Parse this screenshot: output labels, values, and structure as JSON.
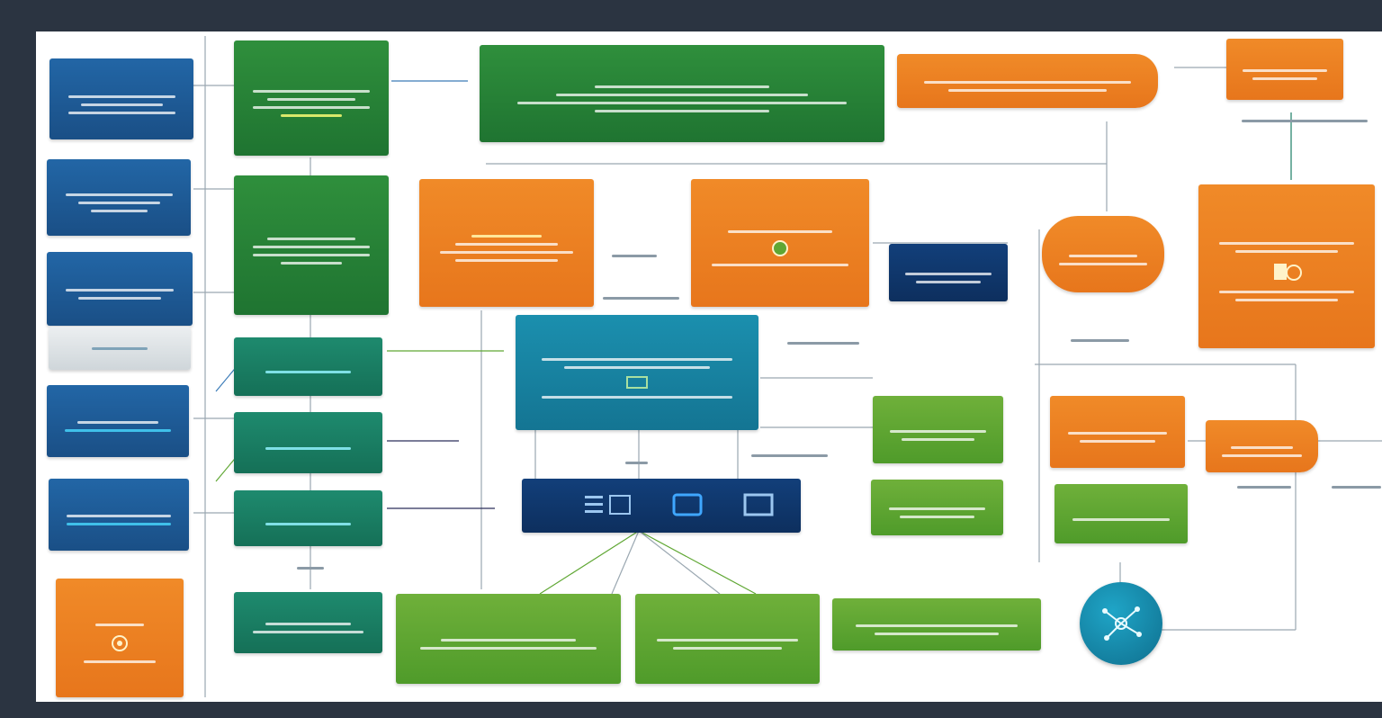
{
  "diagram": {
    "nodes": [
      {
        "id": "left-1",
        "color": "blue",
        "title": ""
      },
      {
        "id": "left-2",
        "color": "blue",
        "title": ""
      },
      {
        "id": "left-3",
        "color": "blue",
        "title": ""
      },
      {
        "id": "left-4",
        "color": "blue",
        "title": ""
      },
      {
        "id": "left-5",
        "color": "blue",
        "title": ""
      },
      {
        "id": "left-orange",
        "color": "orange",
        "title": ""
      },
      {
        "id": "col2-1",
        "color": "dgreen",
        "title": ""
      },
      {
        "id": "col2-2",
        "color": "dgreen",
        "title": ""
      },
      {
        "id": "col2-3",
        "color": "teal",
        "title": ""
      },
      {
        "id": "col2-4",
        "color": "teal",
        "title": ""
      },
      {
        "id": "col2-5",
        "color": "teal",
        "title": ""
      },
      {
        "id": "col2-6",
        "color": "teal",
        "title": ""
      },
      {
        "id": "top-banner",
        "color": "dgreen",
        "title": ""
      },
      {
        "id": "center-orange-1",
        "color": "orange",
        "title": ""
      },
      {
        "id": "center-orange-2",
        "color": "orange",
        "title": ""
      },
      {
        "id": "center-teal",
        "color": "cyan",
        "title": ""
      },
      {
        "id": "center-navy",
        "color": "navy",
        "title": ""
      },
      {
        "id": "bottom-green-1",
        "color": "lgreen",
        "title": ""
      },
      {
        "id": "bottom-green-2",
        "color": "lgreen",
        "title": ""
      },
      {
        "id": "bottom-green-3",
        "color": "lgreen",
        "title": ""
      },
      {
        "id": "top-right-orange",
        "color": "orange",
        "title": ""
      },
      {
        "id": "far-right-orange",
        "color": "orange",
        "title": ""
      },
      {
        "id": "right-orange-big",
        "color": "orange",
        "title": ""
      },
      {
        "id": "right-orange-round",
        "color": "orange",
        "title": ""
      },
      {
        "id": "right-navy",
        "color": "navy",
        "title": ""
      },
      {
        "id": "right-green-1",
        "color": "lgreen",
        "title": ""
      },
      {
        "id": "right-green-2",
        "color": "lgreen",
        "title": ""
      },
      {
        "id": "right-orange-3",
        "color": "orange",
        "title": ""
      },
      {
        "id": "right-orange-4",
        "color": "orange",
        "title": ""
      },
      {
        "id": "right-green-3",
        "color": "lgreen",
        "title": ""
      }
    ]
  },
  "colors": {
    "blue": "#1f5f9e",
    "dark_green": "#2a8a38",
    "teal": "#1a7d63",
    "orange": "#ee8426",
    "cyan": "#1787a6",
    "navy": "#103a70",
    "light_green": "#5fa733",
    "background": "#2b3441",
    "canvas": "#ffffff",
    "connector": "#8b9aa6"
  },
  "icons": [
    "network-hub-icon",
    "gear-icon",
    "monitor-icon",
    "document-icon"
  ]
}
